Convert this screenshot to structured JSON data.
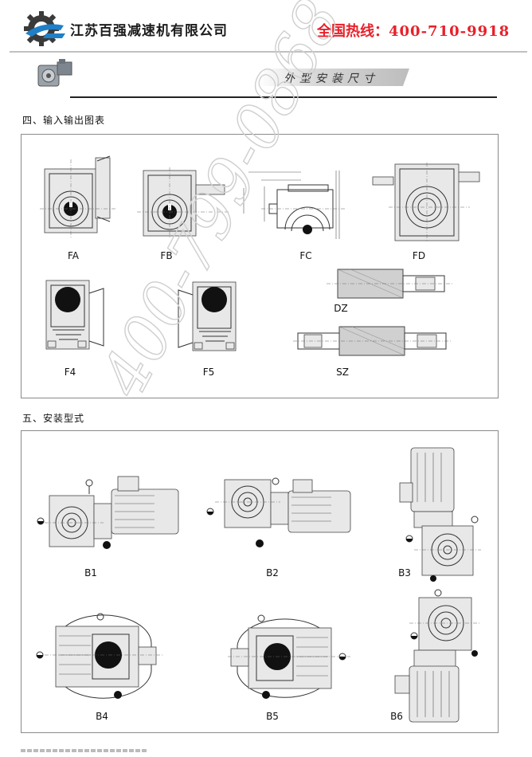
{
  "header": {
    "company_name": "江苏百强减速机有限公司",
    "hotline_label": "全国热线：",
    "hotline_number": "400-710-9918",
    "section_title": "外型安装尺寸"
  },
  "io_section": {
    "heading": "四、输入输出图表",
    "labels": {
      "fa": "FA",
      "fb": "FB",
      "fc": "FC",
      "fd": "FD",
      "f4": "F4",
      "f5": "F5",
      "dz": "DZ",
      "sz": "SZ"
    }
  },
  "mount_section": {
    "heading": "五、安装型式",
    "labels": {
      "b1": "B1",
      "b2": "B2",
      "b3": "B3",
      "b4": "B4",
      "b5": "B5",
      "b6": "B6"
    }
  },
  "watermark": "400-799-0868",
  "colors": {
    "hotline_red": "#e8202a",
    "logo_blue": "#1f7fc8",
    "logo_dark": "#3a3a3a"
  }
}
